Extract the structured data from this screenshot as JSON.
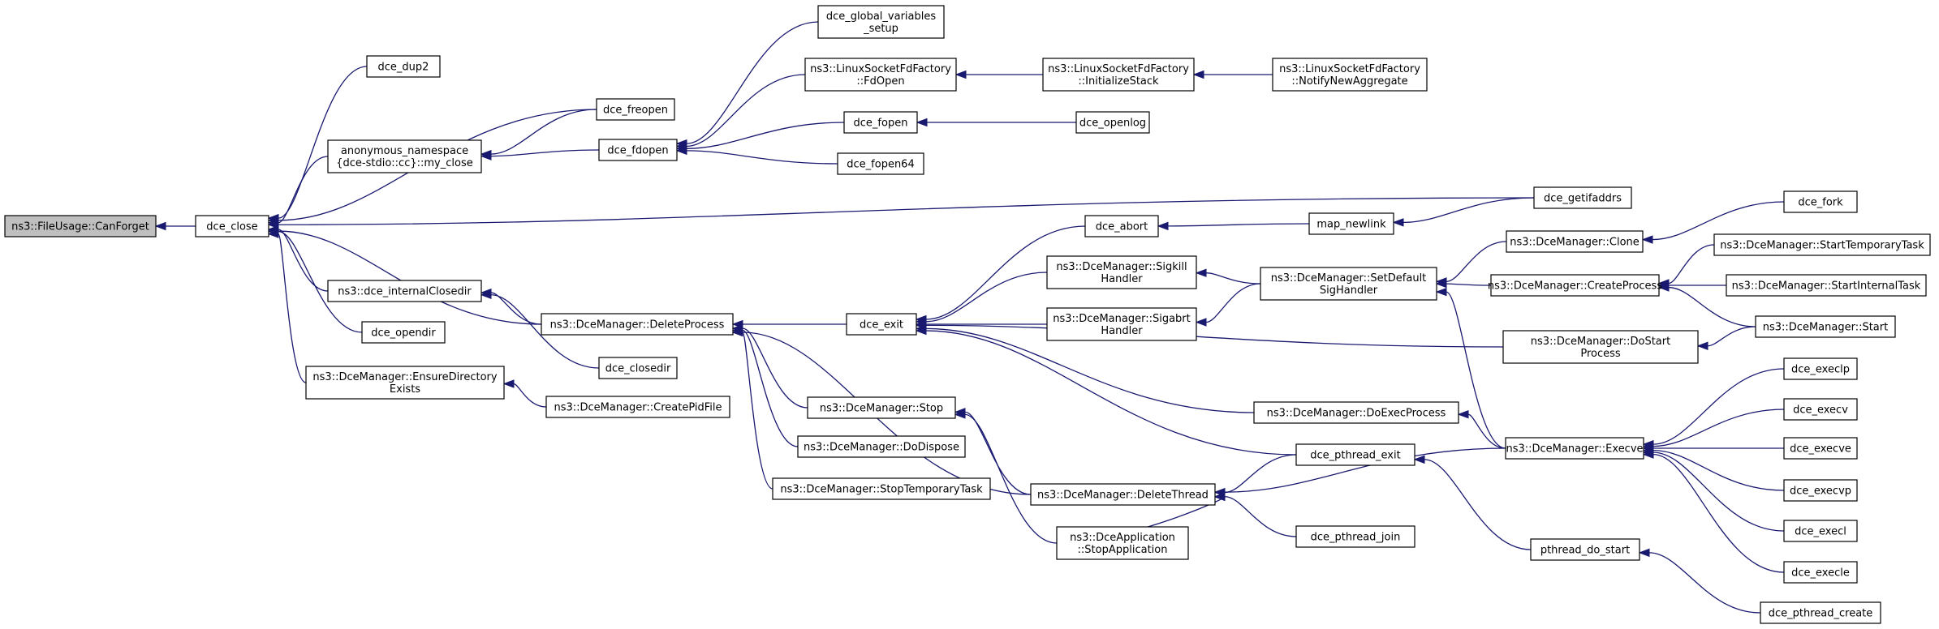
{
  "nodes": [
    {
      "id": "canforget",
      "lines": [
        "ns3::FileUsage::CanForget"
      ],
      "root": true
    },
    {
      "id": "dce_close",
      "lines": [
        "dce_close"
      ]
    },
    {
      "id": "dce_dup2",
      "lines": [
        "dce_dup2"
      ]
    },
    {
      "id": "anon_my_close",
      "lines": [
        "anonymous_namespace",
        "{dce-stdio::cc}::my_close"
      ]
    },
    {
      "id": "dce_internalClosedir",
      "lines": [
        "ns3::dce_internalClosedir"
      ]
    },
    {
      "id": "dce_opendir",
      "lines": [
        "dce_opendir"
      ]
    },
    {
      "id": "ensureDir",
      "lines": [
        "ns3::DceManager::EnsureDirectory",
        "Exists"
      ]
    },
    {
      "id": "dce_freopen",
      "lines": [
        "dce_freopen"
      ]
    },
    {
      "id": "dce_fdopen",
      "lines": [
        "dce_fdopen"
      ]
    },
    {
      "id": "deleteProcess",
      "lines": [
        "ns3::DceManager::DeleteProcess"
      ]
    },
    {
      "id": "dce_closedir",
      "lines": [
        "dce_closedir"
      ]
    },
    {
      "id": "createPidFile",
      "lines": [
        "ns3::DceManager::CreatePidFile"
      ]
    },
    {
      "id": "globalVars",
      "lines": [
        "dce_global_variables",
        "_setup"
      ]
    },
    {
      "id": "lsfFdOpen",
      "lines": [
        "ns3::LinuxSocketFdFactory",
        "::FdOpen"
      ]
    },
    {
      "id": "dce_fopen",
      "lines": [
        "dce_fopen"
      ]
    },
    {
      "id": "dce_fopen64",
      "lines": [
        "dce_fopen64"
      ]
    },
    {
      "id": "dce_exit",
      "lines": [
        "dce_exit"
      ]
    },
    {
      "id": "stop",
      "lines": [
        "ns3::DceManager::Stop"
      ]
    },
    {
      "id": "doDispose",
      "lines": [
        "ns3::DceManager::DoDispose"
      ]
    },
    {
      "id": "stopTempTask",
      "lines": [
        "ns3::DceManager::StopTemporaryTask"
      ]
    },
    {
      "id": "deleteThread",
      "lines": [
        "ns3::DceManager::DeleteThread"
      ]
    },
    {
      "id": "stopApplication",
      "lines": [
        "ns3::DceApplication",
        "::StopApplication"
      ]
    },
    {
      "id": "lsfInitStack",
      "lines": [
        "ns3::LinuxSocketFdFactory",
        "::InitializeStack"
      ]
    },
    {
      "id": "dce_openlog",
      "lines": [
        "dce_openlog"
      ]
    },
    {
      "id": "dce_abort",
      "lines": [
        "dce_abort"
      ]
    },
    {
      "id": "sigkill",
      "lines": [
        "ns3::DceManager::Sigkill",
        "Handler"
      ]
    },
    {
      "id": "sigabrt",
      "lines": [
        "ns3::DceManager::Sigabrt",
        "Handler"
      ]
    },
    {
      "id": "lsfNotify",
      "lines": [
        "ns3::LinuxSocketFdFactory",
        "::NotifyNewAggregate"
      ]
    },
    {
      "id": "dce_getifaddrs",
      "lines": [
        "dce_getifaddrs"
      ]
    },
    {
      "id": "map_newlink",
      "lines": [
        "map_newlink"
      ]
    },
    {
      "id": "setDefaultSig",
      "lines": [
        "ns3::DceManager::SetDefault",
        "SigHandler"
      ]
    },
    {
      "id": "doStartProcess",
      "lines": [
        "ns3::DceManager::DoStart",
        "Process"
      ]
    },
    {
      "id": "doExecProcess",
      "lines": [
        "ns3::DceManager::DoExecProcess"
      ]
    },
    {
      "id": "dce_pthread_exit",
      "lines": [
        "dce_pthread_exit"
      ]
    },
    {
      "id": "dce_pthread_join",
      "lines": [
        "dce_pthread_join"
      ]
    },
    {
      "id": "clone",
      "lines": [
        "ns3::DceManager::Clone"
      ]
    },
    {
      "id": "createProcess",
      "lines": [
        "ns3::DceManager::CreateProcess"
      ]
    },
    {
      "id": "execve",
      "lines": [
        "ns3::DceManager::Execve"
      ]
    },
    {
      "id": "pthread_do_start",
      "lines": [
        "pthread_do_start"
      ]
    },
    {
      "id": "dce_fork",
      "lines": [
        "dce_fork"
      ]
    },
    {
      "id": "startTempTask",
      "lines": [
        "ns3::DceManager::StartTemporaryTask"
      ]
    },
    {
      "id": "startInternalTask",
      "lines": [
        "ns3::DceManager::StartInternalTask"
      ]
    },
    {
      "id": "start",
      "lines": [
        "ns3::DceManager::Start"
      ]
    },
    {
      "id": "dce_execlp",
      "lines": [
        "dce_execlp"
      ]
    },
    {
      "id": "dce_execv",
      "lines": [
        "dce_execv"
      ]
    },
    {
      "id": "dce_execve",
      "lines": [
        "dce_execve"
      ]
    },
    {
      "id": "dce_execvp",
      "lines": [
        "dce_execvp"
      ]
    },
    {
      "id": "dce_execl",
      "lines": [
        "dce_execl"
      ]
    },
    {
      "id": "dce_execle",
      "lines": [
        "dce_execle"
      ]
    },
    {
      "id": "dce_pthread_create",
      "lines": [
        "dce_pthread_create"
      ]
    }
  ],
  "edges": [
    {
      "from": "dce_close",
      "to": "canforget"
    },
    {
      "from": "dce_dup2",
      "to": "dce_close"
    },
    {
      "from": "dce_freopen",
      "to": "dce_close"
    },
    {
      "from": "anon_my_close",
      "to": "dce_close"
    },
    {
      "from": "dce_getifaddrs",
      "to": "dce_close"
    },
    {
      "from": "deleteProcess",
      "to": "dce_close"
    },
    {
      "from": "dce_internalClosedir",
      "to": "dce_close"
    },
    {
      "from": "dce_opendir",
      "to": "dce_close"
    },
    {
      "from": "ensureDir",
      "to": "dce_close"
    },
    {
      "from": "dce_freopen",
      "to": "anon_my_close"
    },
    {
      "from": "dce_fdopen",
      "to": "anon_my_close"
    },
    {
      "from": "globalVars",
      "to": "dce_fdopen"
    },
    {
      "from": "lsfFdOpen",
      "to": "dce_fdopen"
    },
    {
      "from": "dce_fopen",
      "to": "dce_fdopen"
    },
    {
      "from": "dce_fopen64",
      "to": "dce_fdopen"
    },
    {
      "from": "lsfInitStack",
      "to": "lsfFdOpen"
    },
    {
      "from": "lsfNotify",
      "to": "lsfInitStack"
    },
    {
      "from": "dce_openlog",
      "to": "dce_fopen"
    },
    {
      "from": "deleteProcess",
      "to": "dce_internalClosedir"
    },
    {
      "from": "dce_closedir",
      "to": "dce_internalClosedir"
    },
    {
      "from": "createPidFile",
      "to": "ensureDir"
    },
    {
      "from": "dce_exit",
      "to": "deleteProcess"
    },
    {
      "from": "stop",
      "to": "deleteProcess"
    },
    {
      "from": "doDispose",
      "to": "deleteProcess"
    },
    {
      "from": "stopTempTask",
      "to": "deleteProcess"
    },
    {
      "from": "deleteThread",
      "to": "deleteProcess"
    },
    {
      "from": "dce_abort",
      "to": "dce_exit"
    },
    {
      "from": "sigkill",
      "to": "dce_exit"
    },
    {
      "from": "sigabrt",
      "to": "dce_exit"
    },
    {
      "from": "doStartProcess",
      "to": "dce_exit"
    },
    {
      "from": "doExecProcess",
      "to": "dce_exit"
    },
    {
      "from": "dce_pthread_exit",
      "to": "dce_exit"
    },
    {
      "from": "map_newlink",
      "to": "dce_abort"
    },
    {
      "from": "dce_getifaddrs",
      "to": "map_newlink"
    },
    {
      "from": "setDefaultSig",
      "to": "sigkill"
    },
    {
      "from": "setDefaultSig",
      "to": "sigabrt"
    },
    {
      "from": "clone",
      "to": "setDefaultSig"
    },
    {
      "from": "createProcess",
      "to": "setDefaultSig"
    },
    {
      "from": "execve",
      "to": "setDefaultSig"
    },
    {
      "from": "dce_fork",
      "to": "clone"
    },
    {
      "from": "startTempTask",
      "to": "createProcess"
    },
    {
      "from": "startInternalTask",
      "to": "createProcess"
    },
    {
      "from": "start",
      "to": "createProcess"
    },
    {
      "from": "start",
      "to": "doStartProcess"
    },
    {
      "from": "execve",
      "to": "doExecProcess"
    },
    {
      "from": "stopApplication",
      "to": "stop"
    },
    {
      "from": "deleteThread",
      "to": "stop"
    },
    {
      "from": "dce_pthread_exit",
      "to": "deleteThread"
    },
    {
      "from": "dce_pthread_join",
      "to": "deleteThread"
    },
    {
      "from": "execve",
      "to": "deleteThread"
    },
    {
      "from": "stopApplication",
      "to": "deleteThread"
    },
    {
      "from": "pthread_do_start",
      "to": "dce_pthread_exit"
    },
    {
      "from": "dce_pthread_create",
      "to": "pthread_do_start"
    },
    {
      "from": "dce_execlp",
      "to": "execve"
    },
    {
      "from": "dce_execv",
      "to": "execve"
    },
    {
      "from": "dce_execve",
      "to": "execve"
    },
    {
      "from": "dce_execvp",
      "to": "execve"
    },
    {
      "from": "dce_execl",
      "to": "execve"
    },
    {
      "from": "dce_execle",
      "to": "execve"
    }
  ]
}
